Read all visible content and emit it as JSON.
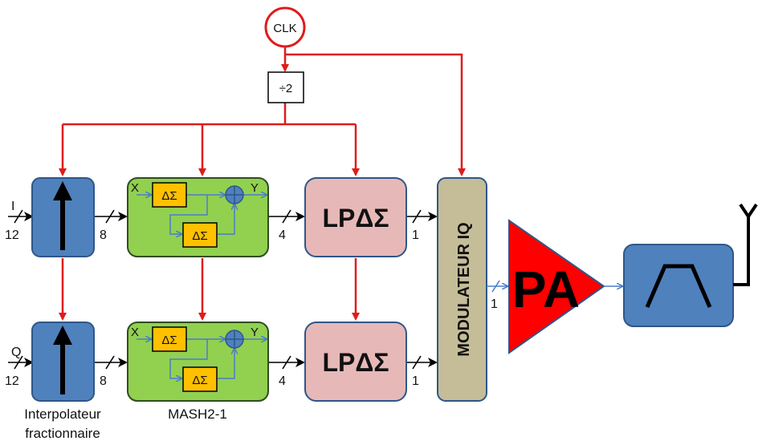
{
  "colors": {
    "clock_line": "#e01b1b",
    "signal_line": "#4a7ec9",
    "blue_block": "#4f81bd",
    "blue_border": "#2f5689",
    "green_block": "#92d050",
    "green_border": "#2f4d20",
    "pink_block": "#e6b9b8",
    "pink_border": "#2f5689",
    "tan_block": "#c4bd97",
    "pa_fill": "#ff0000",
    "ds_fill": "#ffc000"
  },
  "clk": {
    "label": "CLK"
  },
  "divider": {
    "label": "÷2"
  },
  "inputs": {
    "i": "I",
    "q": "Q"
  },
  "bus_widths": {
    "in": "12",
    "interp_out": "8",
    "mash_out": "4",
    "lpds_out": "1",
    "mod_out": "1"
  },
  "mash": {
    "x": "X",
    "y": "Y",
    "ds": "ΔΣ"
  },
  "lpds": {
    "label": "LPΔΣ"
  },
  "modulator": {
    "label": "MODULATEUR IQ"
  },
  "pa": {
    "label": "PA"
  },
  "captions": {
    "interpolator_line1": "Interpolateur",
    "interpolator_line2": "fractionnaire",
    "mash": "MASH2-1"
  },
  "icons": {
    "upsample": "up-arrow-icon",
    "adder": "circled-plus-icon",
    "filter": "bandpass-filter-icon",
    "antenna": "antenna-icon"
  }
}
